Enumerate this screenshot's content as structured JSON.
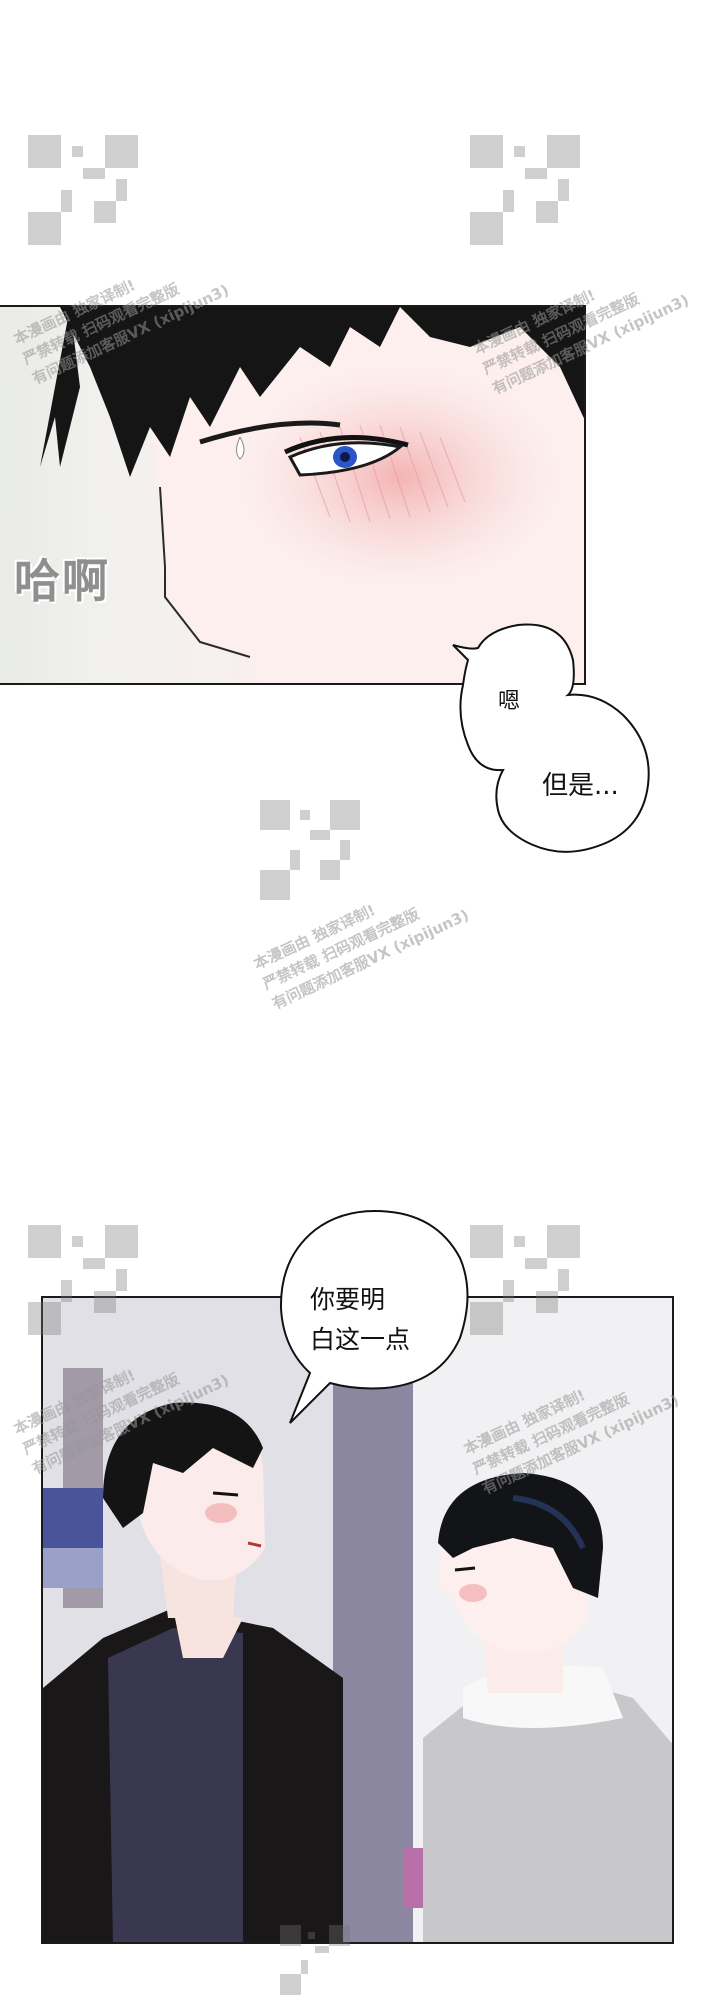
{
  "sfx": {
    "text": "哈啊"
  },
  "bubbles": {
    "en": "嗯",
    "danshi": "但是...",
    "line1": "你要明",
    "line2": "白这一点"
  },
  "watermark": {
    "line1": "本漫画由 独家译制!",
    "line2": "严禁转载 扫码观看完整版",
    "line3": "有问题添加客服VX (xipijun3)"
  },
  "colors": {
    "ink": "#1a1a1a",
    "blush": "#f4b8b8",
    "skin": "#fbe9e8",
    "hair": "#151515",
    "eye": "#2b55c8"
  }
}
